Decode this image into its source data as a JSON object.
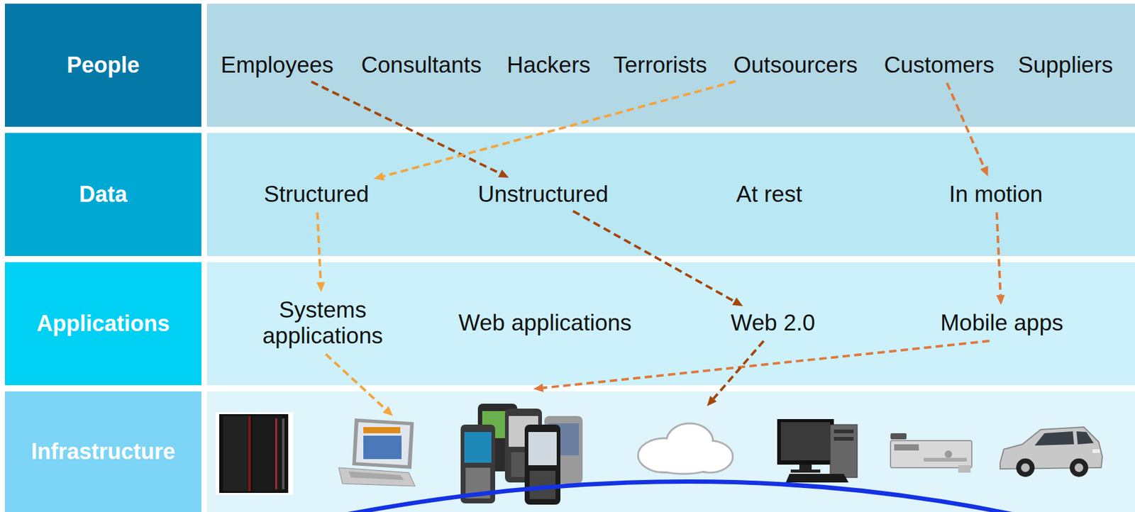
{
  "diagram": {
    "nodes": [
      {
        "text": [
          "People"
        ]
      },
      {
        "text": [
          "Employees"
        ],
        "in": 0
      },
      {
        "text": [
          "Consultants"
        ],
        "in": 0
      },
      {
        "text": [
          "Hackers"
        ],
        "in": 0
      },
      {
        "text": [
          "Terrorists"
        ],
        "in": 0
      },
      {
        "text": [
          "Outsourcers"
        ],
        "in": 0
      },
      {
        "text": [
          "Customers"
        ],
        "in": 0
      },
      {
        "text": [
          "Suppliers"
        ],
        "in": 0
      },
      {
        "text": [
          "Data"
        ]
      },
      {
        "text": [
          "Structured"
        ],
        "in": 8
      },
      {
        "text": [
          "Unstructured"
        ],
        "in": 8
      },
      {
        "text": [
          "At rest"
        ],
        "in": 8
      },
      {
        "text": [
          "In motion"
        ],
        "in": 8
      },
      {
        "text": [
          "Applications"
        ]
      },
      {
        "text": [
          "Systems applications"
        ],
        "in": 13
      },
      {
        "text": [
          "Web applications"
        ],
        "in": 13
      },
      {
        "text": [
          "Web 2.0"
        ],
        "in": 13
      },
      {
        "text": [
          "Mobile apps"
        ],
        "in": 13
      },
      {
        "text": [
          "Infrastructure"
        ]
      }
    ],
    "edges": [
      {
        "from": 1,
        "to": 10,
        "arrow": "to"
      },
      {
        "from": 5,
        "to": 9,
        "arrow": "to"
      },
      {
        "from": 6,
        "to": 12,
        "arrow": "to"
      },
      {
        "from": 9,
        "to": 14,
        "arrow": "to"
      },
      {
        "from": 10,
        "to": 16,
        "arrow": "to"
      },
      {
        "from": 12,
        "to": 17,
        "arrow": "to"
      }
    ]
  }
}
